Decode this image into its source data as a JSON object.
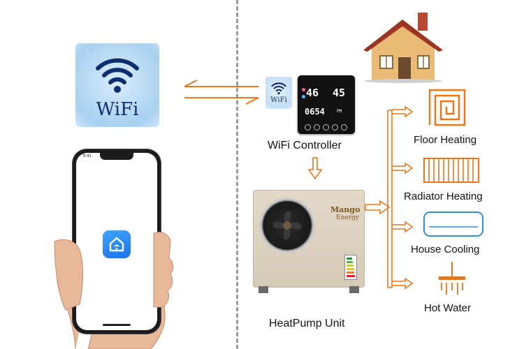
{
  "wifi_badge": {
    "text": "WiFi",
    "icon": "wifi-icon"
  },
  "controller": {
    "label": "WiFi Controller",
    "badge_text": "WiFi",
    "display_left": "46",
    "display_right": "45",
    "display_time": "0654",
    "display_small": "PM"
  },
  "heat_pump": {
    "label": "HeatPump Unit",
    "brand": "Mango",
    "brand_sub": "Energy"
  },
  "outputs": [
    {
      "label": "Floor Heating",
      "icon": "floor-heating-icon"
    },
    {
      "label": "Radiator Heating",
      "icon": "radiator-icon"
    },
    {
      "label": "House Cooling",
      "icon": "air-conditioner-icon"
    },
    {
      "label": "Hot Water",
      "icon": "shower-icon"
    }
  ],
  "phone": {
    "time": "9:41",
    "app_icon": "smart-home-app-icon"
  },
  "colors": {
    "flow_orange": "#e8761b",
    "wifi_blue": "#0d2f6e",
    "app_blue": "#1a6fe6"
  }
}
